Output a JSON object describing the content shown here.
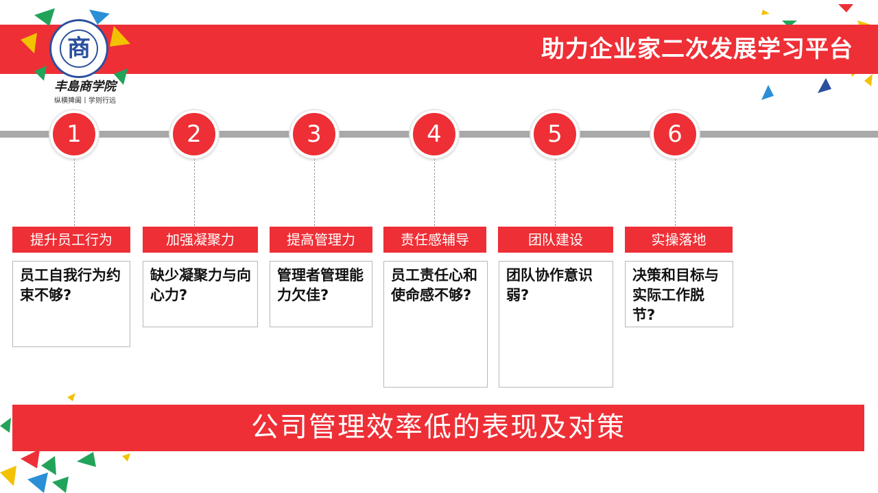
{
  "header": {
    "title": "助力企业家二次发展学习平台"
  },
  "logo": {
    "emblem_char": "商",
    "name": "丰島商学院",
    "motto": "纵横捭阖丨学则行远",
    "colors": {
      "primary": "#2b4f9e"
    }
  },
  "steps": [
    {
      "number": "1",
      "label": "提升员工行为",
      "description": "员工自我行为约束不够?"
    },
    {
      "number": "2",
      "label": "加强凝聚力",
      "description": "缺少凝聚力与向心力?"
    },
    {
      "number": "3",
      "label": "提高管理力",
      "description": "管理者管理能力欠佳?"
    },
    {
      "number": "4",
      "label": "责任感辅导",
      "description": "员工责任心和使命感不够?"
    },
    {
      "number": "5",
      "label": "团队建设",
      "description": "团队协作意识弱?"
    },
    {
      "number": "6",
      "label": "实操落地",
      "description": "决策和目标与实际工作脱节?"
    }
  ],
  "footer": {
    "title": "公司管理效率低的表现及对策"
  },
  "colors": {
    "accent": "#ee2f36",
    "timeline": "#a9a9a9"
  }
}
